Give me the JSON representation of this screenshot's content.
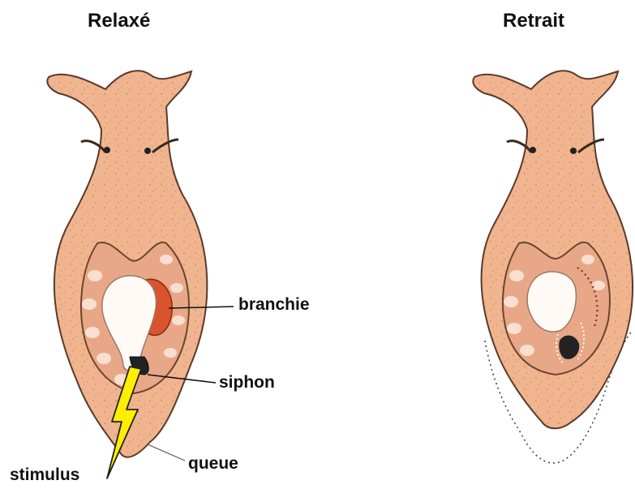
{
  "panels": {
    "left": {
      "title": "Relaxé"
    },
    "right": {
      "title": "Retrait"
    }
  },
  "labels": {
    "branchie": "branchie",
    "siphon": "siphon",
    "queue": "queue",
    "stimulus": "stimulus"
  },
  "colors": {
    "body": "#f0b58f",
    "body_outline": "#5a3a2a",
    "mantle": "#e8a888",
    "gill": "#d9532e",
    "stimulus": "#ffee00",
    "outline_dotted": "#444444"
  }
}
